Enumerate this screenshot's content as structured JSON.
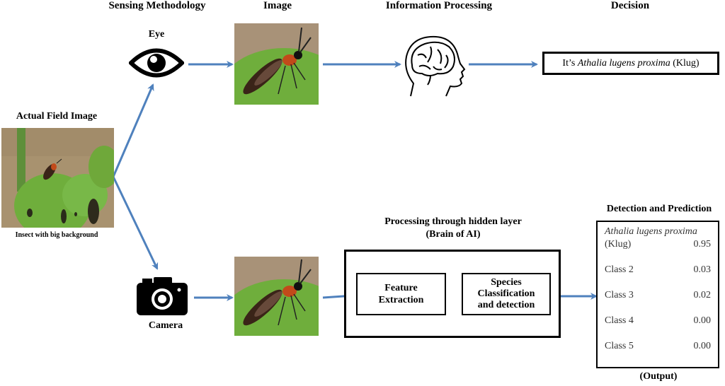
{
  "headers": {
    "sensing": "Sensing Methodology",
    "image": "Image",
    "processing": "Information Processing",
    "decision": "Decision"
  },
  "field_image": {
    "title": "Actual Field Image",
    "caption": "Insect with big background"
  },
  "sensors": {
    "eye": {
      "label": "Eye",
      "icon": "eye-icon"
    },
    "camera": {
      "label": "Camera",
      "icon": "camera-icon"
    }
  },
  "human_path": {
    "brain_icon": "human-head-brain-icon",
    "decision_prefix": "It’s ",
    "decision_species": "Athalia lugens proxima",
    "decision_suffix": " (Klug)"
  },
  "ai_path": {
    "title_line1": "Processing through hidden layer",
    "title_line2": "(Brain of AI)",
    "feature_line1": "Feature",
    "feature_line2": "Extraction",
    "species_line1": "Species",
    "species_line2": "Classification",
    "species_line3": "and detection"
  },
  "output": {
    "title": "Detection and Prediction",
    "footer": "(Output)",
    "first_species": "Athalia lugens proxima",
    "rows": [
      {
        "label": "(Klug)",
        "value": "0.95"
      },
      {
        "label": "Class 2",
        "value": "0.03"
      },
      {
        "label": "Class 3",
        "value": "0.02"
      },
      {
        "label": "Class 4",
        "value": "0.00"
      },
      {
        "label": "Class 5",
        "value": "0.00"
      }
    ]
  },
  "colors": {
    "arrow": "#4f81bd",
    "leaf": "#6fae3c",
    "soil": "#a8926f"
  }
}
